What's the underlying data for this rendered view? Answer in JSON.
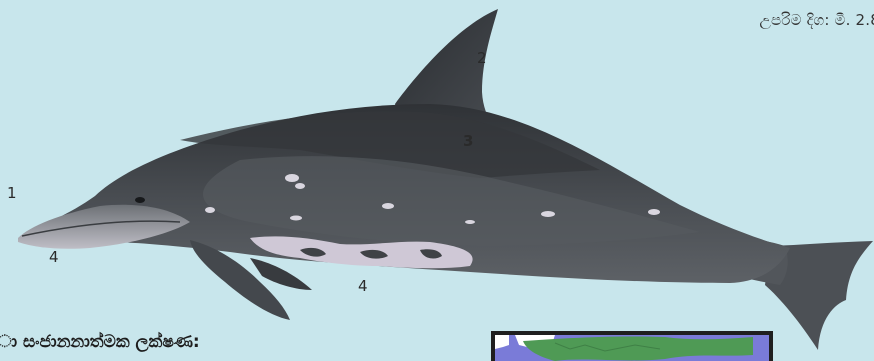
{
  "header": {
    "max_length": "උපරිම දිග: මී. 2.8"
  },
  "callouts": {
    "c1": "1",
    "c2": "2",
    "c3": "3",
    "c4a": "4",
    "c4b": "4"
  },
  "features": {
    "heading": "ා සංජානනාත්මක ලක්ෂණ:"
  },
  "colors": {
    "background": "#c8e6ec",
    "body_dark": "#3f4246",
    "body_mid": "#5c6065",
    "belly_light": "#cfc8d6",
    "map_sea": "#7a7bd8",
    "map_land": "#4f9a55"
  },
  "icons": {
    "dolphin": "rough-toothed-dolphin-illustration",
    "map": "range-map"
  }
}
